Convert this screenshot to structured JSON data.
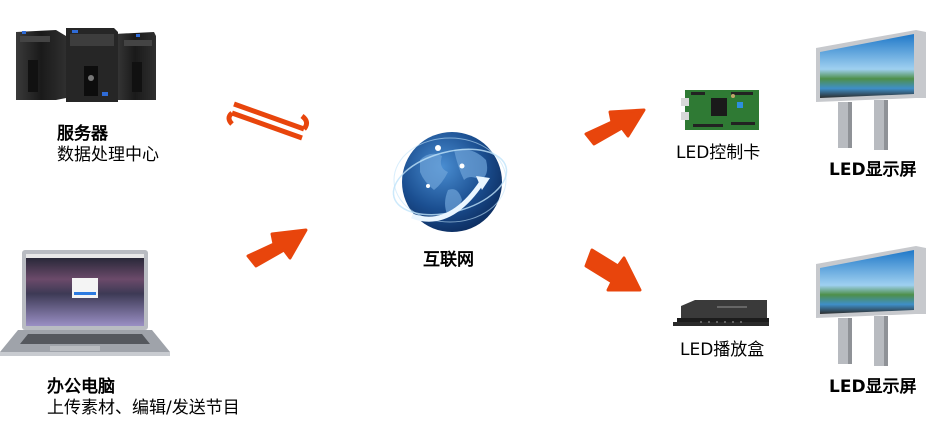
{
  "colors": {
    "arrow": "#E8450C",
    "server_dark": "#1e1e1e",
    "globe_blue": "#1b4f91",
    "globe_light": "#6fb3e6",
    "board_green": "#2e7d32",
    "box_dark": "#2a2a2a",
    "billboard_frame": "#c7c9cd",
    "billboard_sky": "#4aa3dc"
  },
  "nodes": {
    "server": {
      "icon": "server-tower-icon",
      "title": "服务器",
      "subtitle": "数据处理中心"
    },
    "laptop": {
      "icon": "laptop-icon",
      "title": "办公电脑",
      "subtitle": "上传素材、编辑/发送节目"
    },
    "internet": {
      "icon": "globe-icon",
      "title": "互联网"
    },
    "controller_card": {
      "icon": "circuit-board-icon",
      "title": "LED控制卡"
    },
    "player_box": {
      "icon": "media-player-box-icon",
      "title": "LED播放盒"
    },
    "display_top": {
      "icon": "billboard-icon",
      "title": "LED显示屏"
    },
    "display_bottom": {
      "icon": "billboard-icon",
      "title": "LED显示屏"
    }
  },
  "connectors": [
    {
      "from": "server",
      "to": "internet",
      "type": "bidirectional-exchange"
    },
    {
      "from": "laptop",
      "to": "internet",
      "type": "arrow"
    },
    {
      "from": "internet",
      "to": "controller_card",
      "type": "arrow"
    },
    {
      "from": "internet",
      "to": "player_box",
      "type": "arrow"
    }
  ]
}
